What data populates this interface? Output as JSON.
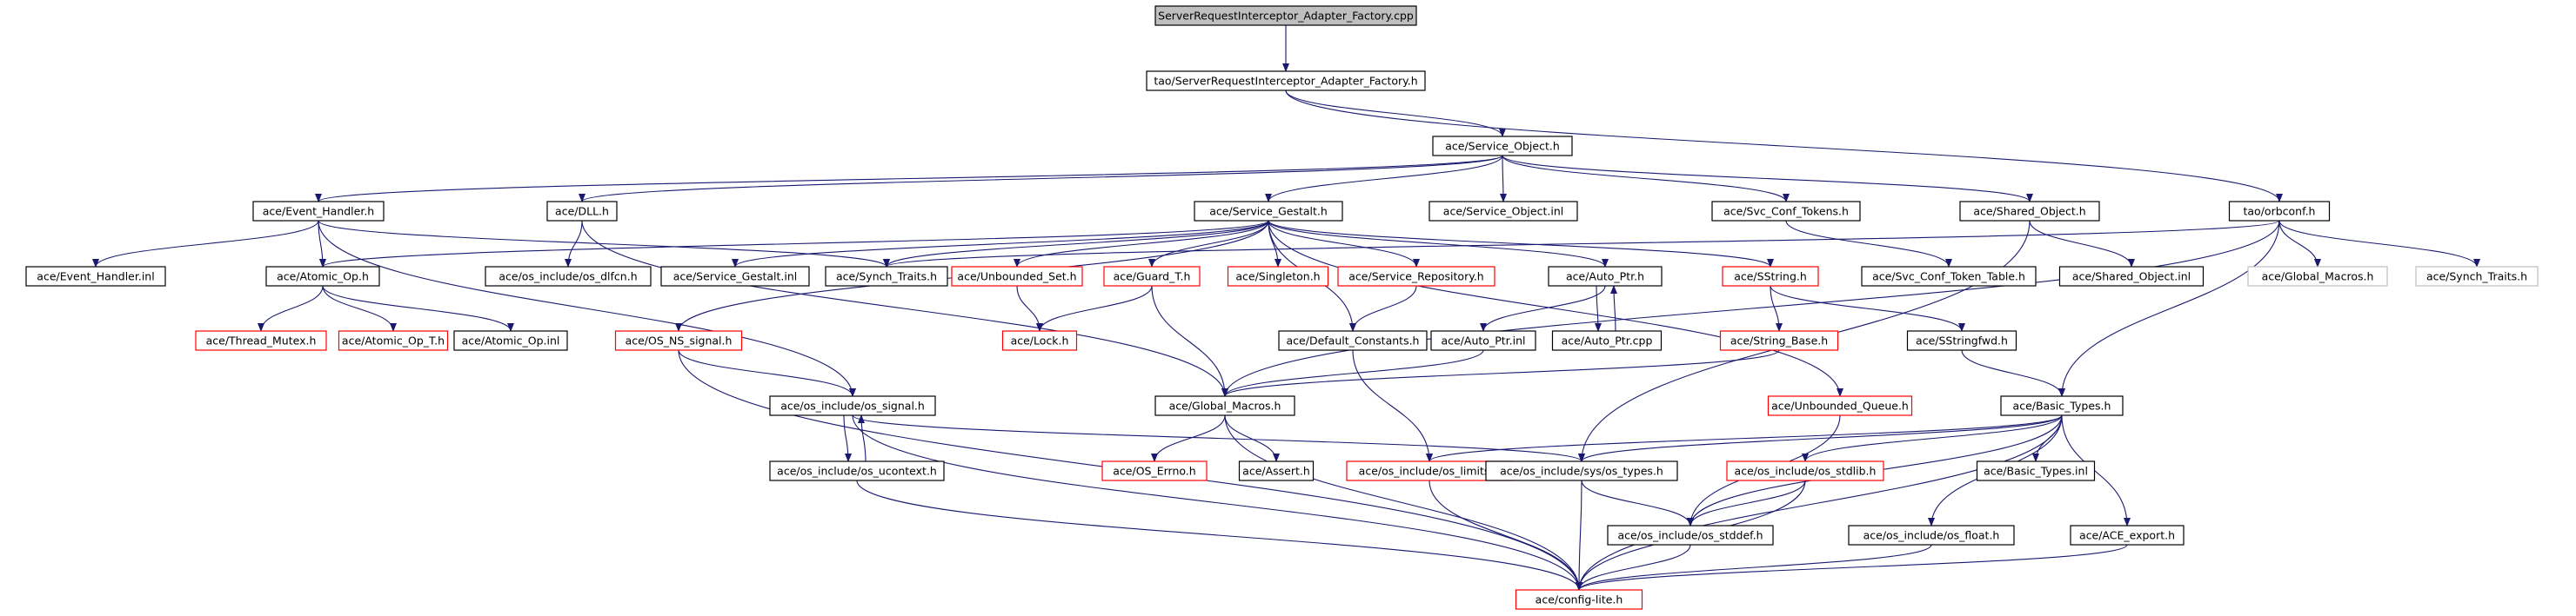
{
  "nodes": [
    {
      "id": "root",
      "label": "ServerRequestInterceptor_Adapter_Factory.cpp",
      "style": "root"
    },
    {
      "id": "tao_sria",
      "label": "tao/ServerRequestInterceptor_Adapter_Factory.h",
      "style": "black"
    },
    {
      "id": "svc_obj",
      "label": "ace/Service_Object.h",
      "style": "black"
    },
    {
      "id": "evt_h",
      "label": "ace/Event_Handler.h",
      "style": "black"
    },
    {
      "id": "dll_h",
      "label": "ace/DLL.h",
      "style": "black"
    },
    {
      "id": "svc_gestalt",
      "label": "ace/Service_Gestalt.h",
      "style": "black"
    },
    {
      "id": "svc_obj_inl",
      "label": "ace/Service_Object.inl",
      "style": "black"
    },
    {
      "id": "svc_conf_tokens",
      "label": "ace/Svc_Conf_Tokens.h",
      "style": "black"
    },
    {
      "id": "shared_obj",
      "label": "ace/Shared_Object.h",
      "style": "black"
    },
    {
      "id": "orbconf",
      "label": "tao/orbconf.h",
      "style": "black"
    },
    {
      "id": "evt_h_inl",
      "label": "ace/Event_Handler.inl",
      "style": "black"
    },
    {
      "id": "atomic_op",
      "label": "ace/Atomic_Op.h",
      "style": "black"
    },
    {
      "id": "os_dlfcn",
      "label": "ace/os_include/os_dlfcn.h",
      "style": "black"
    },
    {
      "id": "svc_gestalt_inl",
      "label": "ace/Service_Gestalt.inl",
      "style": "black"
    },
    {
      "id": "synch_traits",
      "label": "ace/Synch_Traits.h",
      "style": "black"
    },
    {
      "id": "unbounded_set",
      "label": "ace/Unbounded_Set.h",
      "style": "red"
    },
    {
      "id": "guard_t",
      "label": "ace/Guard_T.h",
      "style": "red"
    },
    {
      "id": "singleton",
      "label": "ace/Singleton.h",
      "style": "red"
    },
    {
      "id": "svc_repo",
      "label": "ace/Service_Repository.h",
      "style": "red"
    },
    {
      "id": "auto_ptr",
      "label": "ace/Auto_Ptr.h",
      "style": "black"
    },
    {
      "id": "sstring",
      "label": "ace/SString.h",
      "style": "red"
    },
    {
      "id": "svc_conf_token_table",
      "label": "ace/Svc_Conf_Token_Table.h",
      "style": "black"
    },
    {
      "id": "shared_obj_inl",
      "label": "ace/Shared_Object.inl",
      "style": "black"
    },
    {
      "id": "global_macros_gray",
      "label": "ace/Global_Macros.h",
      "style": "gray"
    },
    {
      "id": "synch_traits_gray",
      "label": "ace/Synch_Traits.h",
      "style": "gray"
    },
    {
      "id": "thread_mutex",
      "label": "ace/Thread_Mutex.h",
      "style": "red"
    },
    {
      "id": "atomic_op_t",
      "label": "ace/Atomic_Op_T.h",
      "style": "red"
    },
    {
      "id": "atomic_op_inl",
      "label": "ace/Atomic_Op.inl",
      "style": "black"
    },
    {
      "id": "os_ns_signal",
      "label": "ace/OS_NS_signal.h",
      "style": "red"
    },
    {
      "id": "lock_h",
      "label": "ace/Lock.h",
      "style": "red"
    },
    {
      "id": "default_constants",
      "label": "ace/Default_Constants.h",
      "style": "black"
    },
    {
      "id": "auto_ptr_inl",
      "label": "ace/Auto_Ptr.inl",
      "style": "black"
    },
    {
      "id": "auto_ptr_cpp",
      "label": "ace/Auto_Ptr.cpp",
      "style": "black"
    },
    {
      "id": "string_base",
      "label": "ace/String_Base.h",
      "style": "red"
    },
    {
      "id": "sstringfwd",
      "label": "ace/SStringfwd.h",
      "style": "black"
    },
    {
      "id": "os_signal",
      "label": "ace/os_include/os_signal.h",
      "style": "black"
    },
    {
      "id": "global_macros",
      "label": "ace/Global_Macros.h",
      "style": "black"
    },
    {
      "id": "unbounded_queue",
      "label": "ace/Unbounded_Queue.h",
      "style": "red"
    },
    {
      "id": "basic_types",
      "label": "ace/Basic_Types.h",
      "style": "black"
    },
    {
      "id": "os_ucontext",
      "label": "ace/os_include/os_ucontext.h",
      "style": "black"
    },
    {
      "id": "os_errno",
      "label": "ace/OS_Errno.h",
      "style": "red"
    },
    {
      "id": "assert_h",
      "label": "ace/Assert.h",
      "style": "black"
    },
    {
      "id": "os_limits",
      "label": "ace/os_include/os_limits.h",
      "style": "red"
    },
    {
      "id": "sys_os_types",
      "label": "ace/os_include/sys/os_types.h",
      "style": "black"
    },
    {
      "id": "os_stdlib",
      "label": "ace/os_include/os_stdlib.h",
      "style": "red"
    },
    {
      "id": "basic_types_inl",
      "label": "ace/Basic_Types.inl",
      "style": "black"
    },
    {
      "id": "os_stddef",
      "label": "ace/os_include/os_stddef.h",
      "style": "black"
    },
    {
      "id": "os_float",
      "label": "ace/os_include/os_float.h",
      "style": "black"
    },
    {
      "id": "ace_export",
      "label": "ace/ACE_export.h",
      "style": "black"
    },
    {
      "id": "config_lite",
      "label": "ace/config-lite.h",
      "style": "red"
    }
  ],
  "edges": [
    [
      "root",
      "tao_sria"
    ],
    [
      "tao_sria",
      "svc_obj"
    ],
    [
      "tao_sria",
      "orbconf"
    ],
    [
      "svc_obj",
      "evt_h"
    ],
    [
      "svc_obj",
      "dll_h"
    ],
    [
      "svc_obj",
      "svc_gestalt"
    ],
    [
      "svc_obj",
      "svc_obj_inl"
    ],
    [
      "svc_obj",
      "svc_conf_tokens"
    ],
    [
      "svc_obj",
      "shared_obj"
    ],
    [
      "evt_h",
      "evt_h_inl"
    ],
    [
      "evt_h",
      "atomic_op"
    ],
    [
      "evt_h",
      "synch_traits"
    ],
    [
      "evt_h",
      "os_signal"
    ],
    [
      "dll_h",
      "os_dlfcn"
    ],
    [
      "dll_h",
      "global_macros"
    ],
    [
      "svc_gestalt",
      "atomic_op"
    ],
    [
      "svc_gestalt",
      "svc_gestalt_inl"
    ],
    [
      "svc_gestalt",
      "synch_traits"
    ],
    [
      "svc_gestalt",
      "unbounded_set"
    ],
    [
      "svc_gestalt",
      "guard_t"
    ],
    [
      "svc_gestalt",
      "singleton"
    ],
    [
      "svc_gestalt",
      "svc_repo"
    ],
    [
      "svc_gestalt",
      "auto_ptr"
    ],
    [
      "svc_gestalt",
      "sstring"
    ],
    [
      "svc_gestalt",
      "os_ns_signal"
    ],
    [
      "svc_gestalt",
      "default_constants"
    ],
    [
      "svc_gestalt",
      "unbounded_queue"
    ],
    [
      "svc_conf_tokens",
      "svc_conf_token_table"
    ],
    [
      "shared_obj",
      "shared_obj_inl"
    ],
    [
      "shared_obj",
      "sys_os_types"
    ],
    [
      "orbconf",
      "synch_traits"
    ],
    [
      "orbconf",
      "global_macros_gray"
    ],
    [
      "orbconf",
      "synch_traits_gray"
    ],
    [
      "orbconf",
      "global_macros"
    ],
    [
      "orbconf",
      "basic_types"
    ],
    [
      "atomic_op",
      "thread_mutex"
    ],
    [
      "atomic_op",
      "atomic_op_t"
    ],
    [
      "atomic_op",
      "atomic_op_inl"
    ],
    [
      "guard_t",
      "lock_h"
    ],
    [
      "guard_t",
      "global_macros"
    ],
    [
      "unbounded_set",
      "lock_h"
    ],
    [
      "svc_repo",
      "default_constants"
    ],
    [
      "auto_ptr",
      "auto_ptr_inl"
    ],
    [
      "auto_ptr",
      "auto_ptr_cpp"
    ],
    [
      "auto_ptr_cpp",
      "auto_ptr"
    ],
    [
      "auto_ptr_inl",
      "global_macros"
    ],
    [
      "sstring",
      "string_base"
    ],
    [
      "sstring",
      "sstringfwd"
    ],
    [
      "string_base",
      "global_macros"
    ],
    [
      "sstringfwd",
      "basic_types"
    ],
    [
      "os_ns_signal",
      "os_signal"
    ],
    [
      "os_ns_signal",
      "config_lite"
    ],
    [
      "default_constants",
      "os_limits"
    ],
    [
      "os_signal",
      "os_ucontext"
    ],
    [
      "os_ucontext",
      "os_signal"
    ],
    [
      "os_signal",
      "sys_os_types"
    ],
    [
      "os_signal",
      "config_lite"
    ],
    [
      "global_macros",
      "os_errno"
    ],
    [
      "global_macros",
      "assert_h"
    ],
    [
      "global_macros",
      "config_lite"
    ],
    [
      "unbounded_queue",
      "os_stddef"
    ],
    [
      "basic_types",
      "os_limits"
    ],
    [
      "basic_types",
      "sys_os_types"
    ],
    [
      "basic_types",
      "os_stdlib"
    ],
    [
      "basic_types",
      "basic_types_inl"
    ],
    [
      "basic_types",
      "os_float"
    ],
    [
      "basic_types",
      "ace_export"
    ],
    [
      "basic_types",
      "os_stddef"
    ],
    [
      "basic_types",
      "config_lite"
    ],
    [
      "os_ucontext",
      "config_lite"
    ],
    [
      "os_limits",
      "config_lite"
    ],
    [
      "sys_os_types",
      "os_stddef"
    ],
    [
      "sys_os_types",
      "config_lite"
    ],
    [
      "os_stdlib",
      "os_stddef"
    ],
    [
      "os_stdlib",
      "config_lite"
    ],
    [
      "os_stddef",
      "config_lite"
    ],
    [
      "os_float",
      "config_lite"
    ],
    [
      "ace_export",
      "config_lite"
    ]
  ]
}
